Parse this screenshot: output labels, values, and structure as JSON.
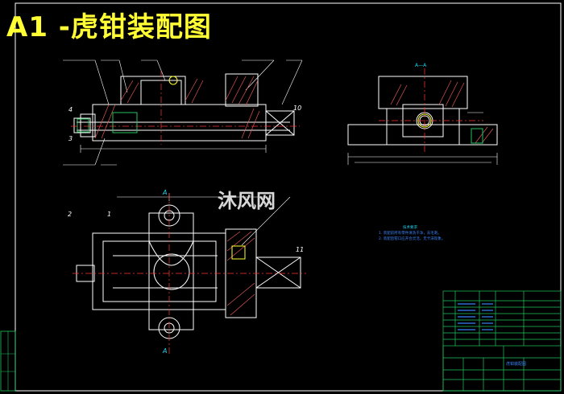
{
  "title": "A1 -虎钳装配图",
  "watermark": "沐风网",
  "section_label": "A—A",
  "callouts": {
    "c4": "4",
    "c3": "3",
    "c10": "10",
    "c2": "2",
    "c1": "1",
    "c11": "11",
    "cA_top": "A",
    "cA_bot": "A"
  },
  "tech_requirements": {
    "heading": "技术要求",
    "items": [
      "1. 装配前所有零件清洗干净，去毛刺。",
      "2. 装配后钳口应开合灵活，无卡滞现象。"
    ]
  },
  "title_block": {
    "drawing_name": "虎钳装配图"
  },
  "colors": {
    "background": "#000000",
    "title": "#ffff33",
    "outline": "#ffffff",
    "dimension": "#22d3ee",
    "centerline": "#ff3333",
    "hatch": "#e25757",
    "green": "#22c55e",
    "yellow": "#ffff33"
  }
}
